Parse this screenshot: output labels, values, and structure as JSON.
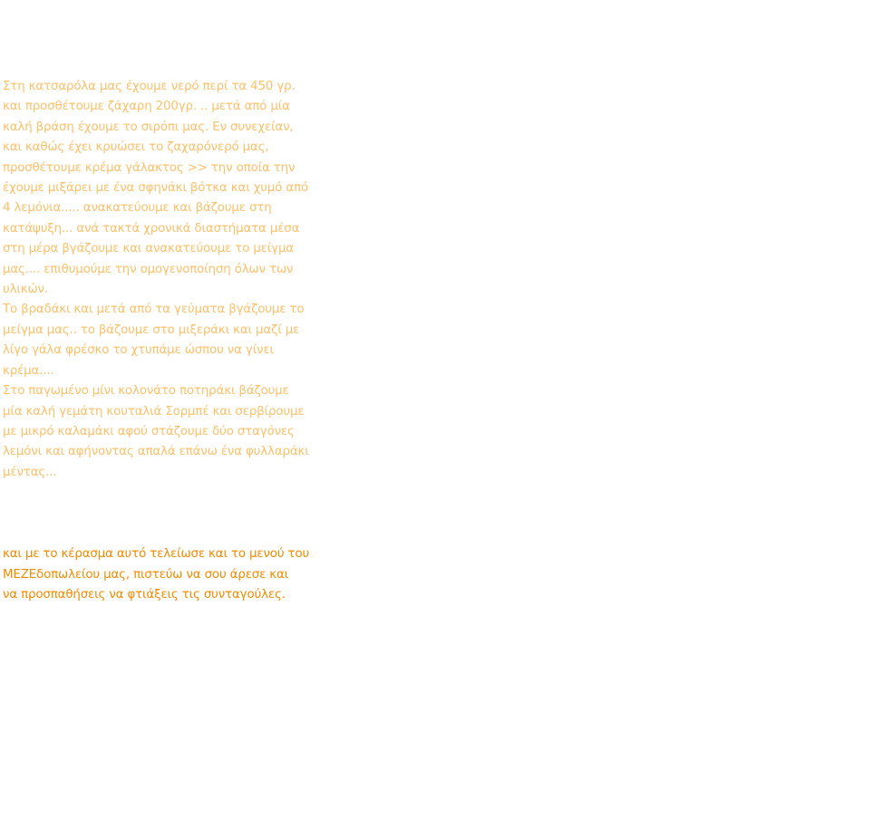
{
  "recipe": {
    "paragraph1": [
      "Στη κατσαρόλα μας έχουμε νερό περί τα 450 γρ.",
      "και προσθέτουμε ζάχαρη 200γρ. .. μετά από μία",
      "καλή βράση έχουμε το σιρόπι μας. Εν συνεχείαν,",
      "και καθώς έχει κρυώσει το ζαχαρόνερό μας,",
      "προσθέτουμε κρέμα γάλακτος >> την οποία την",
      "έχουμε μιξάρει με ένα σφηνάκι βότκα και χυμό από",
      "4 λεμόνια..... ανακατεύουμε και βάζουμε στη",
      "κατάψυξη... ανά τακτά χρονικά διαστήματα μέσα",
      "στη μέρα βγάζουμε και ανακατεύουμε το μείγμα",
      "μας.... επιθυμούμε την ομογενοποίηση όλων των",
      "υλικών."
    ],
    "paragraph2": [
      "Το βραδάκι και μετά από τα γεύματα βγάζουμε το",
      "μείγμα μας.. το βάζουμε στο μιξεράκι και μαζί με",
      "λίγο γάλα φρέσκο το χτυπάμε ώσπου να γίνει",
      "κρέμα...."
    ],
    "paragraph3": [
      "Στο παγωμένο μίνι κολονάτο ποτηράκι βάζουμε",
      "μία καλή γεμάτη κουταλιά Σορμπέ και σερβίρουμε",
      "με μικρό καλαμάκι αφού στάζουμε δύο σταγόνες",
      "λεμόνι και αφήνοντας απαλά επάνω ένα φυλλαράκι",
      "μέντας..."
    ]
  },
  "closing": [
    "και με το κέρασμα αυτό τελείωσε και το μενού του",
    "ΜΕΖΕδοπωλείου μας, πιστεύω να σου άρεσε και",
    "να προσπαθήσεις να φτιάξεις τις συνταγούλες."
  ],
  "colors": {
    "recipe_text": "#fbc06a",
    "closing_text": "#f08a00",
    "background": "#ffffff"
  }
}
